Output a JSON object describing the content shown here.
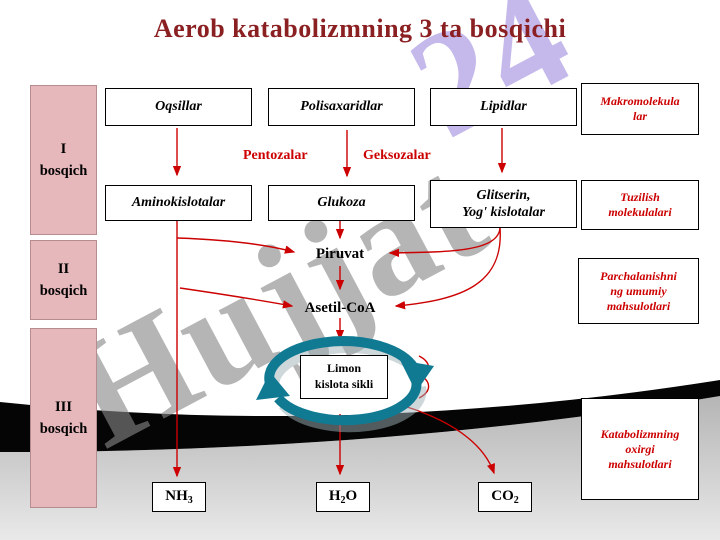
{
  "title": "Aerob katabolizmning 3 ta bosqichi",
  "watermark": {
    "text": "Hujjat",
    "number": "24"
  },
  "stages": [
    {
      "label": "I\nbosqich"
    },
    {
      "label": "II\nbosqich"
    },
    {
      "label": "III\nbosqich"
    }
  ],
  "macromolecules": [
    "Oqsillar",
    "Polisaxaridlar",
    "Lipidlar"
  ],
  "building_blocks": [
    "Aminokislotalar",
    "Glukoza",
    "Glitserin,\nYog' kislotalar"
  ],
  "sugar_labels": {
    "pentose": "Pentozalar",
    "hexose": "Geksozalar"
  },
  "intermediates": {
    "pyruvate": "Piruvat",
    "acetyl_coa": "Asetil-CoA"
  },
  "cycle": {
    "label": "Limon\nkislota sikli"
  },
  "side_labels": [
    {
      "text": "Makromolekula\nlar"
    },
    {
      "text": "Tuzilish\nmolekulalari"
    },
    {
      "text": "Parchalanishni\nng umumiy\nmahsulotlari"
    },
    {
      "text": "Katabolizmning\noxirgi\nmahsulotlari"
    }
  ],
  "final_products": [
    {
      "pre": "NH",
      "sub": "3",
      "post": ""
    },
    {
      "pre": "H",
      "sub": "2",
      "post": "O"
    },
    {
      "pre": "CO",
      "sub": "2",
      "post": ""
    }
  ],
  "colors": {
    "title": "#8b2023",
    "accent_red": "#cc0000",
    "stage_pink": "#e6b8bb",
    "cycle_teal": "#117a93"
  }
}
